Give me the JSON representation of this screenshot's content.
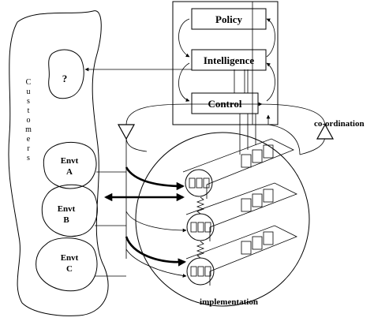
{
  "labels": {
    "policy": "Policy",
    "intelligence": "Intelligence",
    "control": "Control",
    "unknown": "?",
    "customers": "Customers",
    "envt_a": [
      "Envt",
      "A"
    ],
    "envt_b": [
      "Envt",
      "B"
    ],
    "envt_c": [
      "Envt",
      "C"
    ],
    "coordination": "co-ordination",
    "implementation": "implementation"
  }
}
